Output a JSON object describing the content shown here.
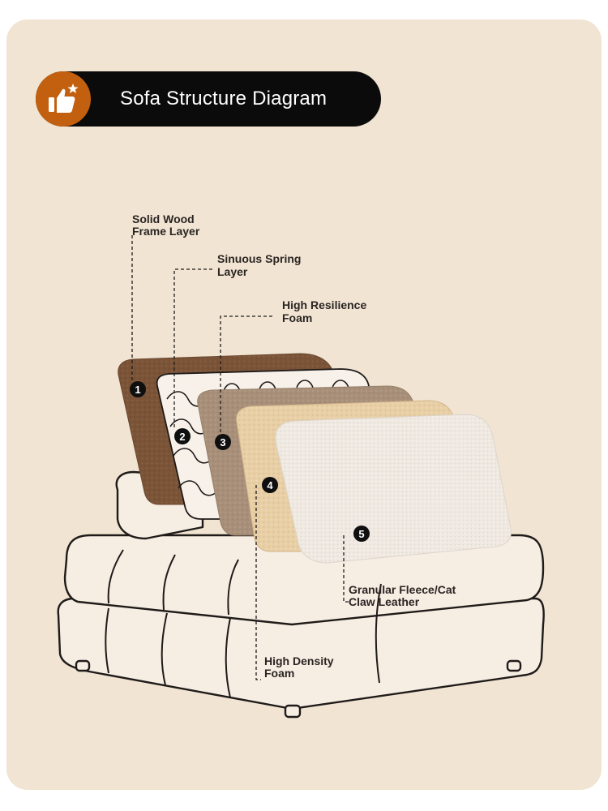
{
  "title": "Sofa Structure Diagram",
  "badge_icon": "thumbs-up-star-icon",
  "colors": {
    "background": "#f1e4d3",
    "title_bar": "#0b0b0b",
    "badge": "#c2600f",
    "layer_wood": "#7b5438",
    "layer_spring": "#f7f1ea",
    "layer_resilience_foam": "#a88f79",
    "layer_density_foam": "#e8cfa6",
    "layer_fleece": "#efe9e2"
  },
  "layers": [
    {
      "number": "1",
      "label_line1": "Solid Wood",
      "label_line2": "Frame Layer"
    },
    {
      "number": "2",
      "label_line1": "Sinuous Spring",
      "label_line2": "Layer"
    },
    {
      "number": "3",
      "label_line1": "High Resilience",
      "label_line2": "Foam"
    },
    {
      "number": "4",
      "label_line1": "High Density",
      "label_line2": "Foam"
    },
    {
      "number": "5",
      "label_line1": "Granular Fleece/Cat",
      "label_line2": "Claw Leather"
    }
  ]
}
